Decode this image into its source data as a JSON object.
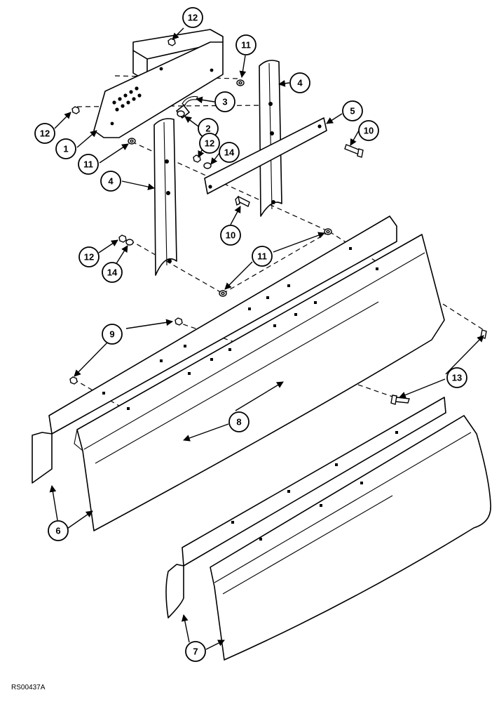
{
  "figure_code": "RS00437A",
  "callouts": [
    "12",
    "11",
    "4",
    "3",
    "12",
    "2",
    "1",
    "5",
    "10",
    "12",
    "14",
    "11",
    "4",
    "10",
    "12",
    "14",
    "11",
    "11",
    "9",
    "9",
    "13",
    "8",
    "6",
    "7"
  ],
  "colors": {
    "ink": "#000000",
    "paper": "#ffffff"
  }
}
